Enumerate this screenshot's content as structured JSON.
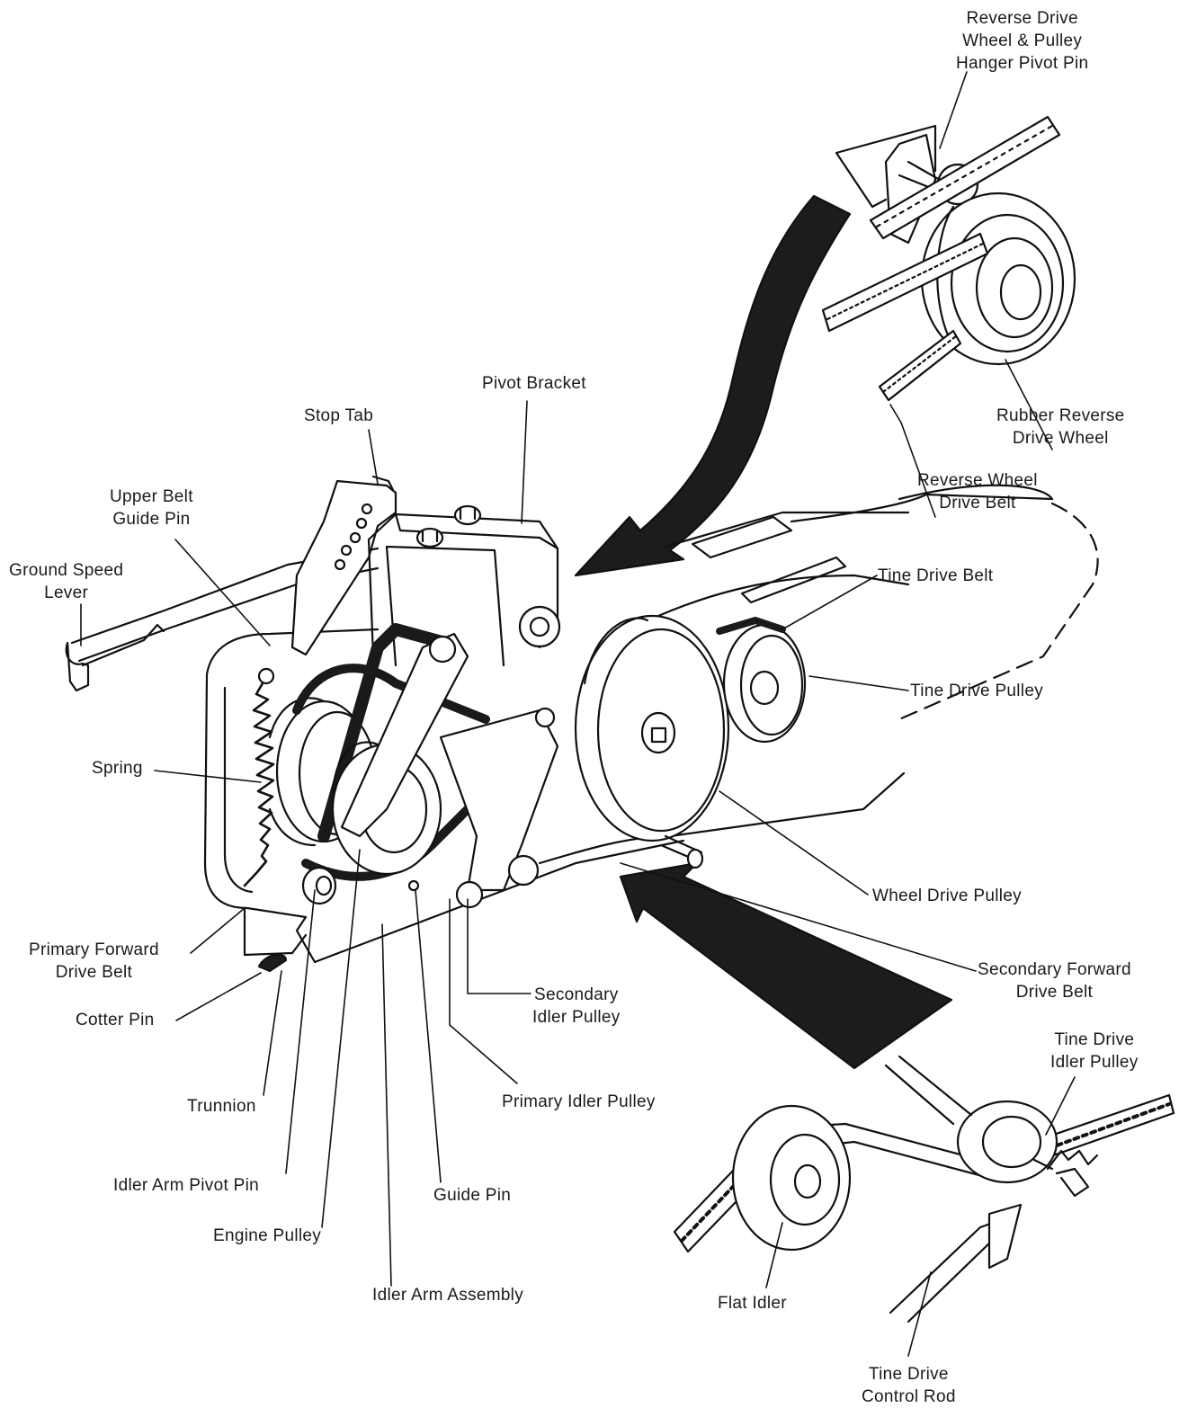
{
  "diagram": {
    "labels": {
      "reverse_drive_hanger": [
        "Reverse Drive",
        "Wheel & Pulley",
        "Hanger Pivot Pin"
      ],
      "pivot_bracket": [
        "Pivot Bracket"
      ],
      "stop_tab": [
        "Stop Tab"
      ],
      "rubber_reverse_drive_wheel": [
        "Rubber Reverse",
        "Drive Wheel"
      ],
      "upper_belt_guide_pin": [
        "Upper Belt",
        "Guide Pin"
      ],
      "reverse_wheel_drive_belt": [
        "Reverse Wheel",
        "Drive Belt"
      ],
      "ground_speed_lever": [
        "Ground Speed",
        "Lever"
      ],
      "tine_drive_belt": [
        "Tine Drive Belt"
      ],
      "tine_drive_pulley": [
        "Tine Drive Pulley"
      ],
      "spring": [
        "Spring"
      ],
      "wheel_drive_pulley": [
        "Wheel Drive Pulley"
      ],
      "primary_forward_drive_belt": [
        "Primary Forward",
        "Drive Belt"
      ],
      "secondary_forward_drive_belt": [
        "Secondary Forward",
        "Drive Belt"
      ],
      "secondary_idler_pulley": [
        "Secondary",
        "Idler Pulley"
      ],
      "cotter_pin": [
        "Cotter Pin"
      ],
      "tine_drive_idler_pulley": [
        "Tine Drive",
        "Idler Pulley"
      ],
      "trunnion": [
        "Trunnion"
      ],
      "primary_idler_pulley": [
        "Primary Idler Pulley"
      ],
      "idler_arm_pivot_pin": [
        "Idler Arm Pivot Pin"
      ],
      "guide_pin": [
        "Guide Pin"
      ],
      "engine_pulley": [
        "Engine Pulley"
      ],
      "idler_arm_assembly": [
        "Idler Arm Assembly"
      ],
      "flat_idler": [
        "Flat Idler"
      ],
      "tine_drive_control_rod": [
        "Tine Drive",
        "Control Rod"
      ]
    },
    "colors": {
      "ink": "#111111",
      "paper": "#ffffff",
      "arrow": "#1c1c1c"
    }
  }
}
